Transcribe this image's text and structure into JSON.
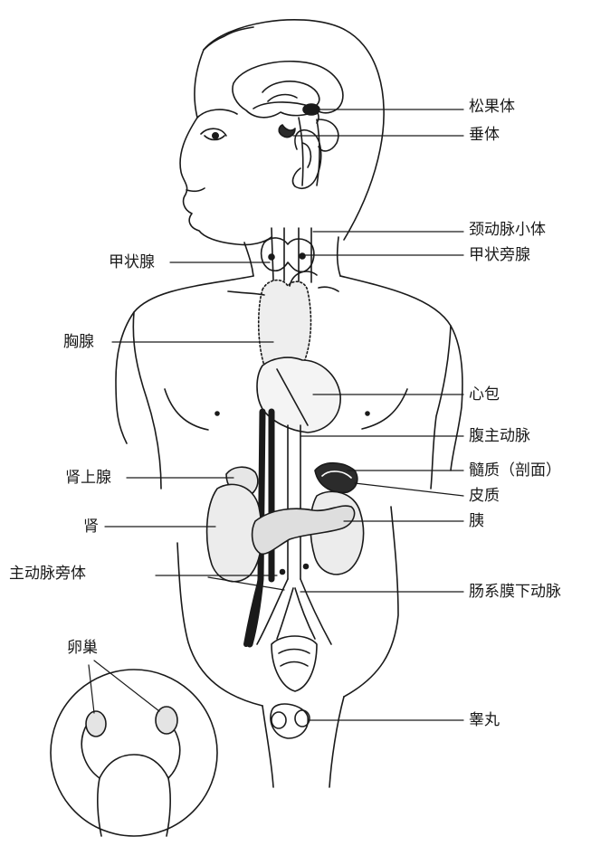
{
  "colors": {
    "ink": "#1a1a1a",
    "shade": "#2b2b2b",
    "paper": "#ffffff"
  },
  "labels": {
    "right": {
      "pineal": "松果体",
      "pituitary": "垂体",
      "carotid_body": "颈动脉小体",
      "parathyroid": "甲状旁腺",
      "pericardium": "心包",
      "abdominal_aorta": "腹主动脉",
      "medulla_section": "髓质（剖面）",
      "cortex": "皮质",
      "pancreas": "胰",
      "inferior_mesenteric_artery": "肠系膜下动脉",
      "testis": "睾丸"
    },
    "left": {
      "thyroid": "甲状腺",
      "thymus": "胸腺",
      "adrenal": "肾上腺",
      "kidney": "肾",
      "para_aortic_body": "主动脉旁体",
      "ovary": "卵巢"
    }
  }
}
